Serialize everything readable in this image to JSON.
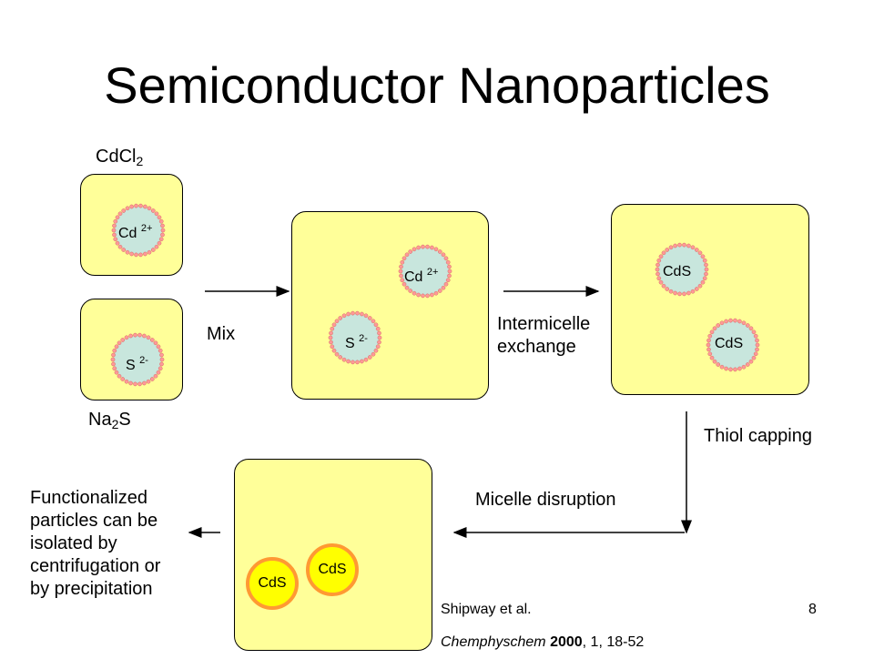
{
  "title": "Semiconductor Nanoparticles",
  "reagents": {
    "cdcl2": {
      "base": "CdCl",
      "sub": "2"
    },
    "na2s": {
      "base": "Na",
      "sub": "2",
      "tail": "S"
    }
  },
  "ions": {
    "cd": {
      "base": "Cd",
      "sup": "2+"
    },
    "s": {
      "base": "S",
      "sup": "2-"
    },
    "cds": "CdS"
  },
  "steps": {
    "mix": "Mix",
    "intermicelle_1": "Intermicelle",
    "intermicelle_2": "exchange",
    "thiol": "Thiol capping",
    "disruption": "Micelle disruption"
  },
  "final_note": [
    "Functionalized",
    "particles can be",
    "isolated by",
    "centrifugation or",
    "by precipitation"
  ],
  "citation": {
    "authors": "Shipway et al.",
    "journal": "Chemphyschem",
    "year": "2000",
    "details": ", 1, 18-52"
  },
  "page_number": "8",
  "colors": {
    "micelle_box": "#ffff99",
    "micelle_core": "#c8e6dd",
    "surfactant_head": "#ff9999",
    "particle_fill": "#ffff00",
    "particle_ring": "#ff9933"
  }
}
